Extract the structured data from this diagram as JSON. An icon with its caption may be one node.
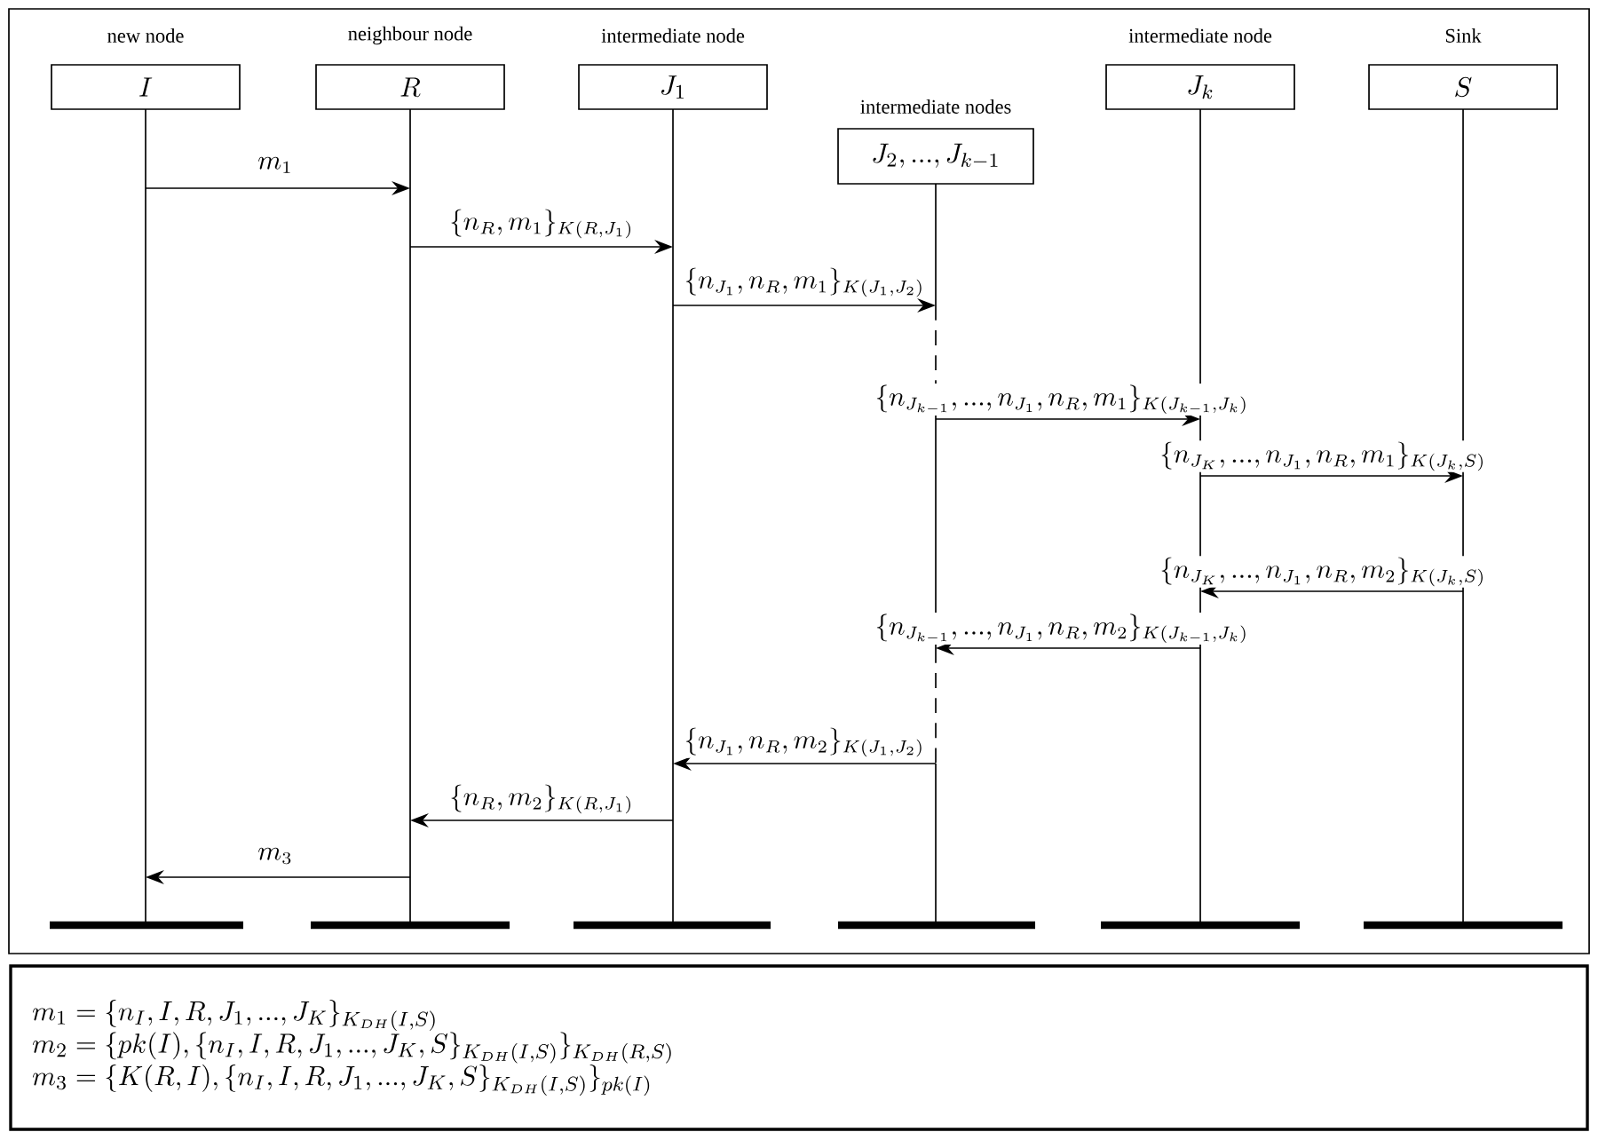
{
  "diagram": {
    "nodes": [
      {
        "text": [
          "new node",
          "I"
        ]
      },
      {
        "text": [
          "neighbour node",
          "R"
        ]
      },
      {
        "text": [
          "intermediate node",
          "J_1"
        ]
      },
      {
        "text": [
          "intermediate nodes",
          "J_2, ..., J_{k-1}"
        ]
      },
      {
        "text": [
          "intermediate node",
          "J_k"
        ]
      },
      {
        "text": [
          "Sink",
          "S"
        ]
      },
      {
        "text": [
          "m_1 = \\{n_I, I, R, J_1, ..., J_K\\}_{K_{DH}(I,S)}",
          "m_2 = \\{pk(I), \\{n_I, I, R, J_1, ..., J_K, S\\}_{K_{DH}(I,S)}\\}_{K_{DH}(R,S)}",
          "m_3 = \\{K(R,I), \\{n_I, I, R, J_1, ..., J_K, S\\}_{K_{DH}(I,S)}\\}_{pk(I)}"
        ]
      }
    ],
    "edges": [
      {
        "from": 0,
        "to": 1,
        "arrow": "to",
        "label": "m_1"
      },
      {
        "from": 1,
        "to": 2,
        "arrow": "to",
        "label": "\\{n_R, m_1\\}_{K(R,J_1)}"
      },
      {
        "from": 2,
        "to": 3,
        "arrow": "to",
        "label": "\\{n_{J_1}, n_R, m_1\\}_{K(J_1,J_2)}"
      },
      {
        "from": 3,
        "to": 4,
        "arrow": "to",
        "label": "\\{n_{J_{k-1}}, ..., n_{J_1}, n_R, m_1\\}_{K(J_{k-1},J_k)}"
      },
      {
        "from": 4,
        "to": 5,
        "arrow": "to",
        "label": "\\{n_{J_K}, ..., n_{J_1}, n_R, m_1\\}_{K(J_k,S)}"
      },
      {
        "from": 5,
        "to": 4,
        "arrow": "to",
        "label": "\\{n_{J_K}, ..., n_{J_1}, n_R, m_2\\}_{K(J_k,S)}"
      },
      {
        "from": 4,
        "to": 3,
        "arrow": "to",
        "label": "\\{n_{J_{k-1}}, ..., n_{J_1}, n_R, m_2\\}_{K(J_{k-1},J_k)}"
      },
      {
        "from": 3,
        "to": 2,
        "arrow": "to",
        "label": "\\{n_{J_1}, n_R, m_2\\}_{K(J_1,J_2)}"
      },
      {
        "from": 2,
        "to": 1,
        "arrow": "to",
        "label": "\\{n_R, m_2\\}_{K(R,J_1)}"
      },
      {
        "from": 1,
        "to": 0,
        "arrow": "to",
        "label": "m_3"
      }
    ]
  }
}
